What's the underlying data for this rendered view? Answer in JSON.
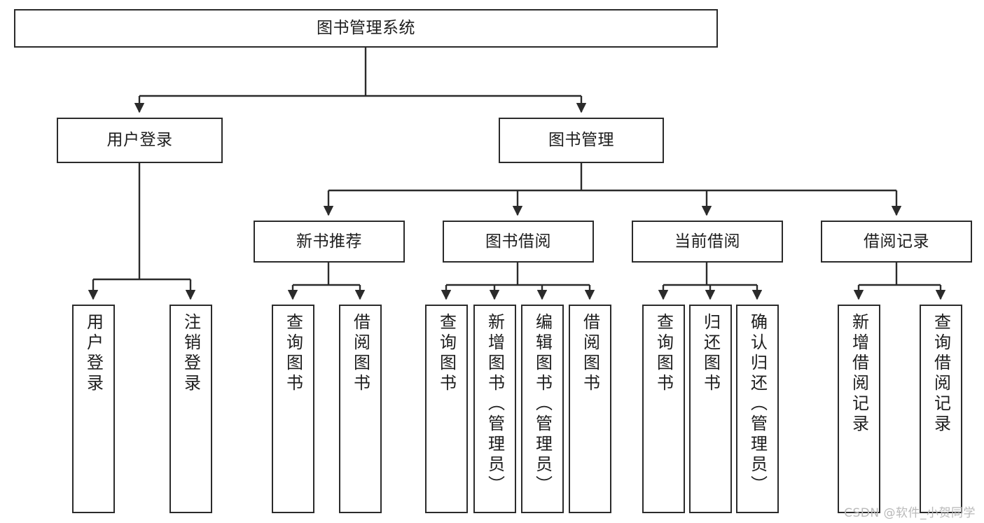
{
  "diagram": {
    "type": "tree-hierarchy",
    "title": "图书管理系统",
    "background_color": "#ffffff",
    "node_border_color": "#2b2b2b",
    "edge_color": "#2b2b2b",
    "watermark": "CSDN @软件_小贺同学"
  },
  "nodes": {
    "root": {
      "label": "图书管理系统",
      "level": 0
    },
    "level1": [
      {
        "id": "user-login",
        "label": "用户登录"
      },
      {
        "id": "book-manage",
        "label": "图书管理"
      }
    ],
    "level2": [
      {
        "id": "new-book-recommend",
        "label": "新书推荐",
        "parent": "book-manage"
      },
      {
        "id": "book-borrow",
        "label": "图书借阅",
        "parent": "book-manage"
      },
      {
        "id": "current-borrow",
        "label": "当前借阅",
        "parent": "book-manage"
      },
      {
        "id": "borrow-record",
        "label": "借阅记录",
        "parent": "book-manage"
      }
    ],
    "leaves": [
      {
        "id": "leaf-user-login",
        "label": "用户登录",
        "parent": "user-login"
      },
      {
        "id": "leaf-logout-login",
        "label": "注销登录",
        "parent": "user-login"
      },
      {
        "id": "leaf-query-book-1",
        "label": "查询图书",
        "parent": "new-book-recommend"
      },
      {
        "id": "leaf-borrow-book-1",
        "label": "借阅图书",
        "parent": "new-book-recommend"
      },
      {
        "id": "leaf-query-book-2",
        "label": "查询图书",
        "parent": "book-borrow"
      },
      {
        "id": "leaf-add-book",
        "label": "新增图书（管理员）",
        "parent": "book-borrow"
      },
      {
        "id": "leaf-edit-book",
        "label": "编辑图书（管理员）",
        "parent": "book-borrow"
      },
      {
        "id": "leaf-borrow-book-2",
        "label": "借阅图书",
        "parent": "book-borrow"
      },
      {
        "id": "leaf-query-book-3",
        "label": "查询图书",
        "parent": "current-borrow"
      },
      {
        "id": "leaf-return-book",
        "label": "归还图书",
        "parent": "current-borrow"
      },
      {
        "id": "leaf-confirm-return",
        "label": "确认归还（管理员）",
        "parent": "current-borrow"
      },
      {
        "id": "leaf-add-record",
        "label": "新增借阅记录",
        "parent": "borrow-record"
      },
      {
        "id": "leaf-query-record",
        "label": "查询借阅记录",
        "parent": "borrow-record"
      }
    ]
  }
}
